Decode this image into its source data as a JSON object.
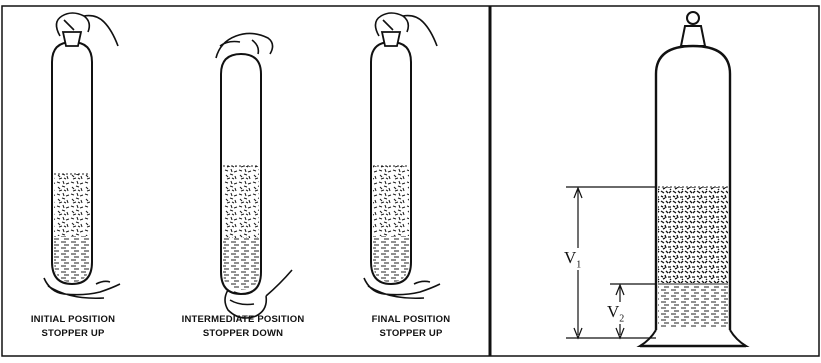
{
  "panels": {
    "left": {
      "captions": [
        {
          "line1": "INITIAL POSITION",
          "line2": "STOPPER UP"
        },
        {
          "line1": "INTERMEDIATE POSITION",
          "line2": "STOPPER DOWN"
        },
        {
          "line1": "FINAL POSITION",
          "line2": "STOPPER UP"
        }
      ]
    },
    "right": {
      "labels": {
        "v1": "V",
        "v1_sub": "1",
        "v2": "V",
        "v2_sub": "2"
      }
    }
  }
}
